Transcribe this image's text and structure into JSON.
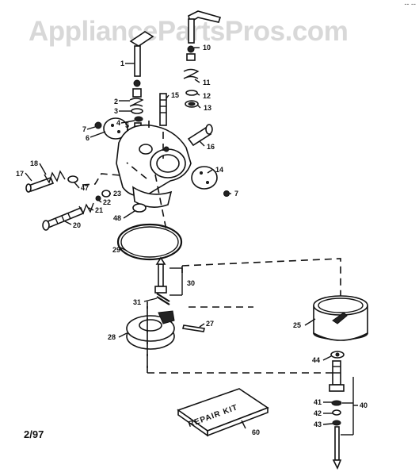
{
  "watermark": "AppliancePartsPros.com",
  "corner_mark": "-- --",
  "date_code": "2/97",
  "kit_text": "REPAIR KIT",
  "labels": {
    "p1": "1",
    "p2": "2",
    "p3": "3",
    "p4": "4",
    "p5": "5",
    "p6": "6",
    "p7a": "7",
    "p7b": "7",
    "p10": "10",
    "p11": "11",
    "p12": "12",
    "p13": "13",
    "p14": "14",
    "p15": "15",
    "p16": "16",
    "p17": "17",
    "p18": "18",
    "p20": "20",
    "p21": "21",
    "p22": "22",
    "p23": "23",
    "p25": "25",
    "p27": "27",
    "p28": "28",
    "p29": "29",
    "p30": "30",
    "p31": "31",
    "p40": "40",
    "p41": "41",
    "p42": "42",
    "p43": "43",
    "p44": "44",
    "p47": "47",
    "p48": "48",
    "p60": "60"
  }
}
